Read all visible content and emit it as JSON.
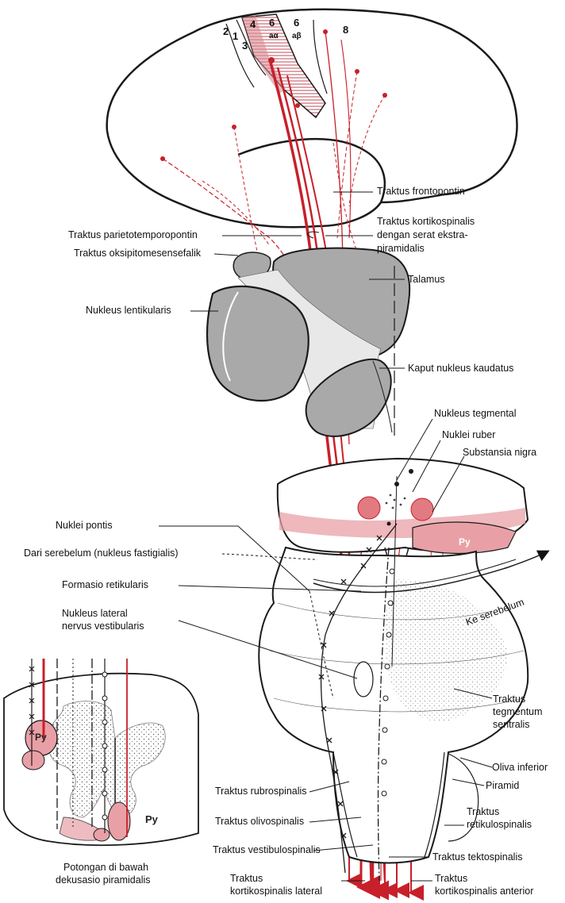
{
  "cortex_areas": {
    "area_2": "2",
    "area_1": "1",
    "area_3": "3",
    "area_4": "4",
    "area_6a": "6",
    "area_6a_sub": "aα",
    "area_6b": "6",
    "area_6b_sub": "aβ",
    "area_8": "8"
  },
  "labels": {
    "frontopontin": "Traktus frontopontin",
    "kortikospinalis_ekstra": "Traktus kortikospinalis dengan serat ekstra-piramidalis",
    "kortikospinalis_line1": "Traktus kortikospinalis",
    "kortikospinalis_line2": "dengan serat ekstra-",
    "kortikospinalis_line3": "piramidalis",
    "parietotemporopontin": "Traktus parietotemporopontin",
    "oksipitomesensefalik": "Traktus oksipitomesensefalik",
    "talamus": "Talamus",
    "lentikularis": "Nukleus lentikularis",
    "kaudatus": "Kaput nukleus kaudatus",
    "tegmental": "Nukleus tegmental",
    "ruber": "Nuklei ruber",
    "nigra": "Substansia nigra",
    "pontis": "Nuklei pontis",
    "serebelum_fastigialis": "Dari serebelum (nukleus fastigialis)",
    "retikularis": "Formasio retikularis",
    "vestibularis_line1": "Nukleus lateral",
    "vestibularis_line2": "nervus vestibularis",
    "ke_serebelum": "Ke serebelum",
    "tegmentum_line1": "Traktus",
    "tegmentum_line2": "tegmentum",
    "tegmentum_line3": "sentralis",
    "oliva": "Oliva inferior",
    "piramid": "Piramid",
    "rubrospinalis": "Traktus rubrospinalis",
    "olivospinalis": "Traktus olivospinalis",
    "vestibulospinalis": "Traktus vestibulospinalis",
    "retikulospinalis_line1": "Traktus",
    "retikulospinalis_line2": "retikulospinalis",
    "tektospinalis": "Traktus tektospinalis",
    "ks_lateral_line1": "Traktus",
    "ks_lateral_line2": "kortikospinalis lateral",
    "ks_anterior_line1": "Traktus",
    "ks_anterior_line2": "kortikospinalis anterior",
    "py_midbrain": "Py",
    "py_section_left": "Py",
    "py_section_right": "Py",
    "section_caption_line1": "Potongan di bawah",
    "section_caption_line2": "dekusasio piramidalis"
  },
  "colors": {
    "tract_red": "#c8202a",
    "fill_red": "#e8a0a6",
    "grey_nucleus": "#a9a9a9",
    "outline": "#1a1a1a"
  }
}
